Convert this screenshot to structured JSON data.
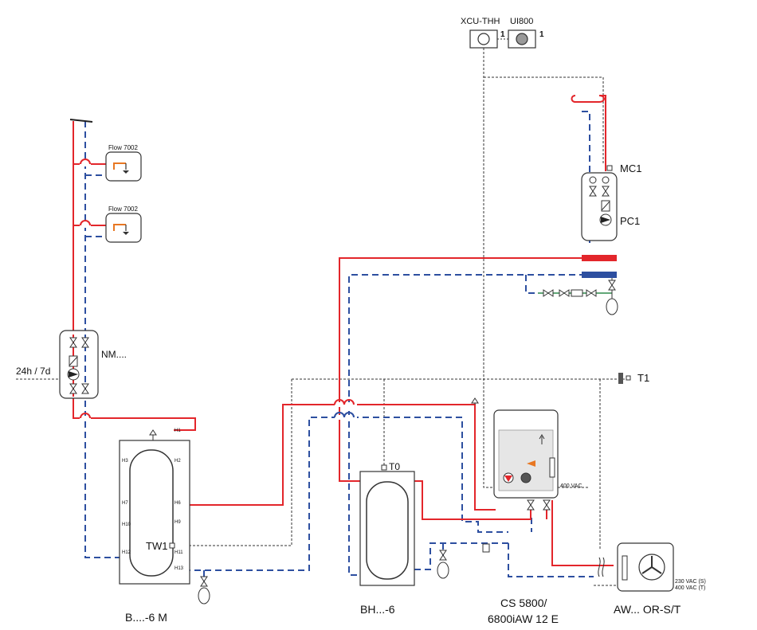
{
  "colors": {
    "supply": "#e3262b",
    "return": "#2d4fa0",
    "signal": "#333333",
    "outline": "#333333",
    "device_fill": "#f3f3f3",
    "hot": "#e3262b",
    "cold": "#2d4fa0",
    "dhw": "#e87722"
  },
  "controls": {
    "xcu": "XCU-THH",
    "ui": "UI800",
    "xcu_num": "1",
    "ui_num": "1"
  },
  "taps": [
    {
      "label": "Flow 7002"
    },
    {
      "label": "Flow 7002"
    }
  ],
  "circulation": {
    "label": "NM....",
    "timer": "24h / 7d"
  },
  "heating_circuit": {
    "mixer": "MC1",
    "pump": "PC1"
  },
  "outdoor_sensor": "T1",
  "tank_dhw": {
    "name": "B....-6 M",
    "sensor": "TW1",
    "ports": [
      "H1",
      "H2",
      "H3",
      "H6",
      "H7",
      "H9",
      "H10",
      "H11",
      "H12",
      "H13"
    ]
  },
  "buffer": {
    "name": "BH...-6",
    "sensor": "T0"
  },
  "indoor_unit": {
    "name_line1": "CS 5800/",
    "name_line2": "6800iAW 12 E",
    "power": "400 VAC"
  },
  "outdoor_unit": {
    "name": "AW... OR-S/T",
    "power1": "230 VAC (S)",
    "power2": "400 VAC (T)"
  }
}
